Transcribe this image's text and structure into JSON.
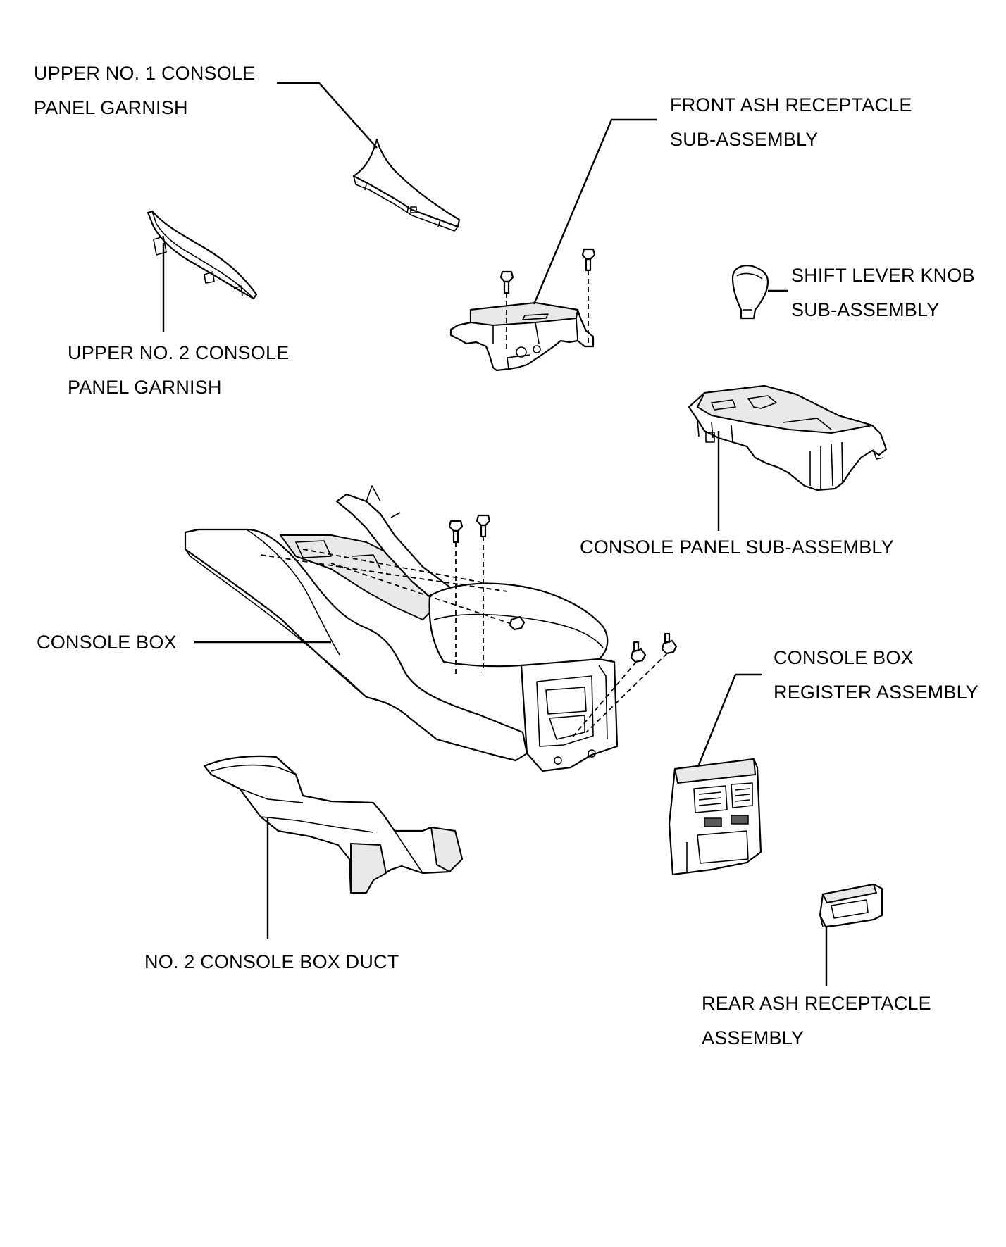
{
  "labels": {
    "upper_no1_garnish": [
      "UPPER NO. 1 CONSOLE",
      "PANEL GARNISH"
    ],
    "upper_no2_garnish": [
      "UPPER NO. 2 CONSOLE",
      "PANEL GARNISH"
    ],
    "front_ash_receptacle": [
      "FRONT ASH RECEPTACLE",
      "SUB-ASSEMBLY"
    ],
    "shift_lever_knob": [
      "SHIFT LEVER KNOB",
      "SUB-ASSEMBLY"
    ],
    "console_panel": [
      "CONSOLE PANEL SUB-ASSEMBLY"
    ],
    "console_box": [
      "CONSOLE BOX"
    ],
    "console_box_register": [
      "CONSOLE BOX",
      "REGISTER ASSEMBLY"
    ],
    "no2_console_box_duct": [
      "NO. 2 CONSOLE BOX DUCT"
    ],
    "rear_ash_receptacle": [
      "REAR ASH RECEPTACLE",
      "ASSEMBLY"
    ]
  }
}
